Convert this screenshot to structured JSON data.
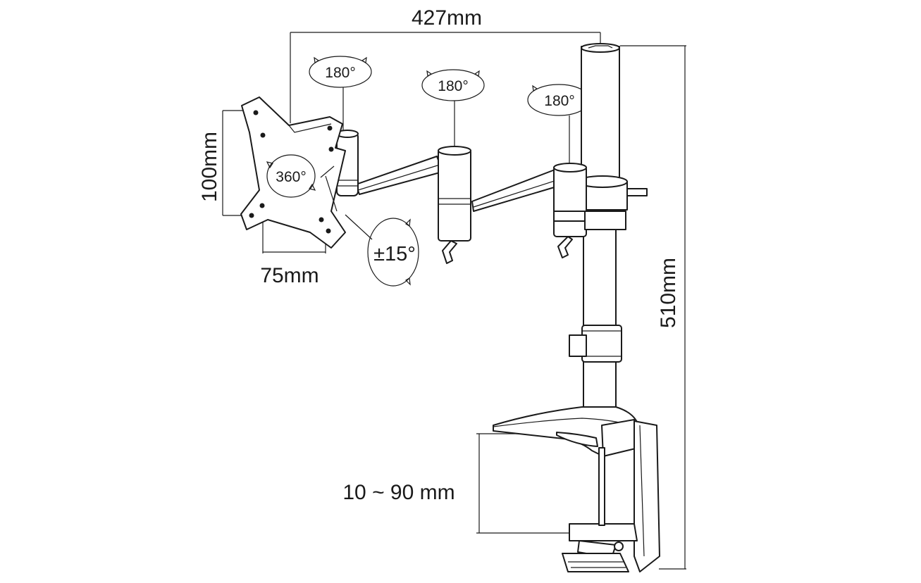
{
  "dimensions": {
    "arm_reach": "427mm",
    "total_height": "510mm",
    "vesa_height": "100mm",
    "vesa_width": "75mm",
    "clamp_range": "10 ~ 90 mm"
  },
  "rotations": {
    "head_swivel": "180°",
    "middle_joint": "180°",
    "pole_joint": "180°",
    "plate_rotation": "360°",
    "tilt": "±15°"
  }
}
